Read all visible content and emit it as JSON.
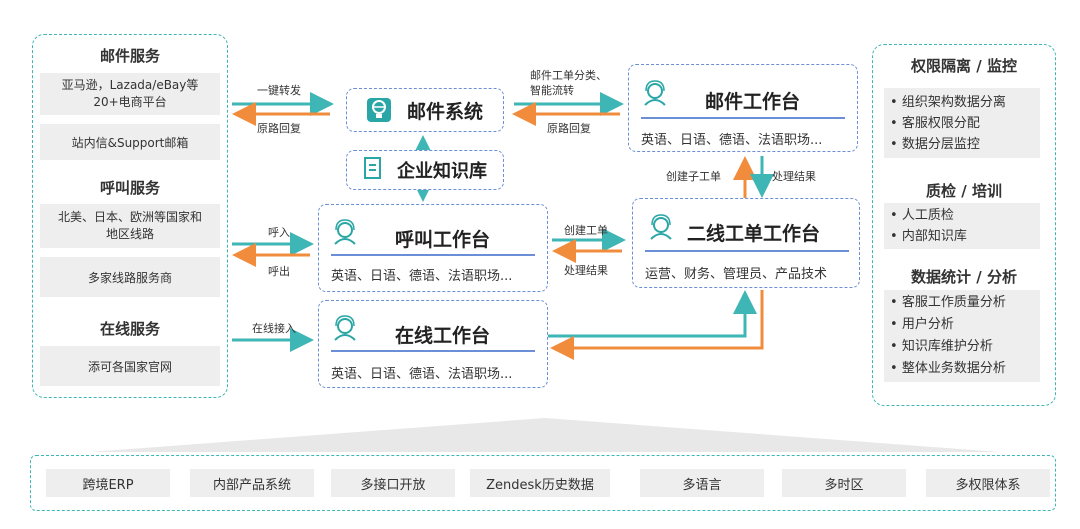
{
  "left": {
    "email_service": {
      "title": "邮件服务",
      "items": [
        "亚马逊，Lazada/eBay等\n20+电商平台",
        "站内信&Support邮箱"
      ]
    },
    "call_service": {
      "title": "呼叫服务",
      "items": [
        "北美、日本、欧洲等国家和\n地区线路",
        "多家线路服务商"
      ]
    },
    "online_service": {
      "title": "在线服务",
      "items": [
        "添可各国家官网"
      ]
    }
  },
  "arrows": {
    "forward": "一键转发",
    "route_back": "原路回复",
    "email_ticket": "邮件工单分类、\n智能流转",
    "route_back_2": "原路回复",
    "create_subticket": "创建子工单",
    "process_result_1": "处理结果",
    "call_in": "呼入",
    "call_out": "呼出",
    "create_ticket": "创建工单",
    "process_result_2": "处理结果",
    "online_in": "在线接入"
  },
  "center": {
    "mail_system": "邮件系统",
    "knowledge_base": "企业知识库",
    "mail_workbench": {
      "title": "邮件工作台",
      "sub": "英语、日语、德语、法语职场..."
    },
    "call_workbench": {
      "title": "呼叫工作台",
      "sub": "英语、日语、德语、法语职场..."
    },
    "online_workbench": {
      "title": "在线工作台",
      "sub": "英语、日语、德语、法语职场..."
    },
    "second_line": {
      "title": "二线工单工作台",
      "sub": "运营、财务、管理员、产品技术"
    }
  },
  "right": {
    "permission": {
      "title": "权限隔离 / 监控",
      "items": [
        "组织架构数据分离",
        "客服权限分配",
        "数据分层监控"
      ]
    },
    "qa": {
      "title": "质检 / 培训",
      "items": [
        "人工质检",
        "内部知识库"
      ]
    },
    "stats": {
      "title": "数据统计 / 分析",
      "items": [
        "客服工作质量分析",
        "用户分析",
        "知识库维护分析",
        "整体业务数据分析"
      ]
    }
  },
  "bottom": {
    "items": [
      "跨境ERP",
      "内部产品系统",
      "多接口开放",
      "Zendesk历史数据",
      "多语言",
      "多时区",
      "多权限体系"
    ]
  },
  "colors": {
    "teal": "#3fb6b6",
    "orange": "#f08c3c",
    "blue": "#6a8fd6",
    "icon_teal": "#2aa6a6"
  }
}
